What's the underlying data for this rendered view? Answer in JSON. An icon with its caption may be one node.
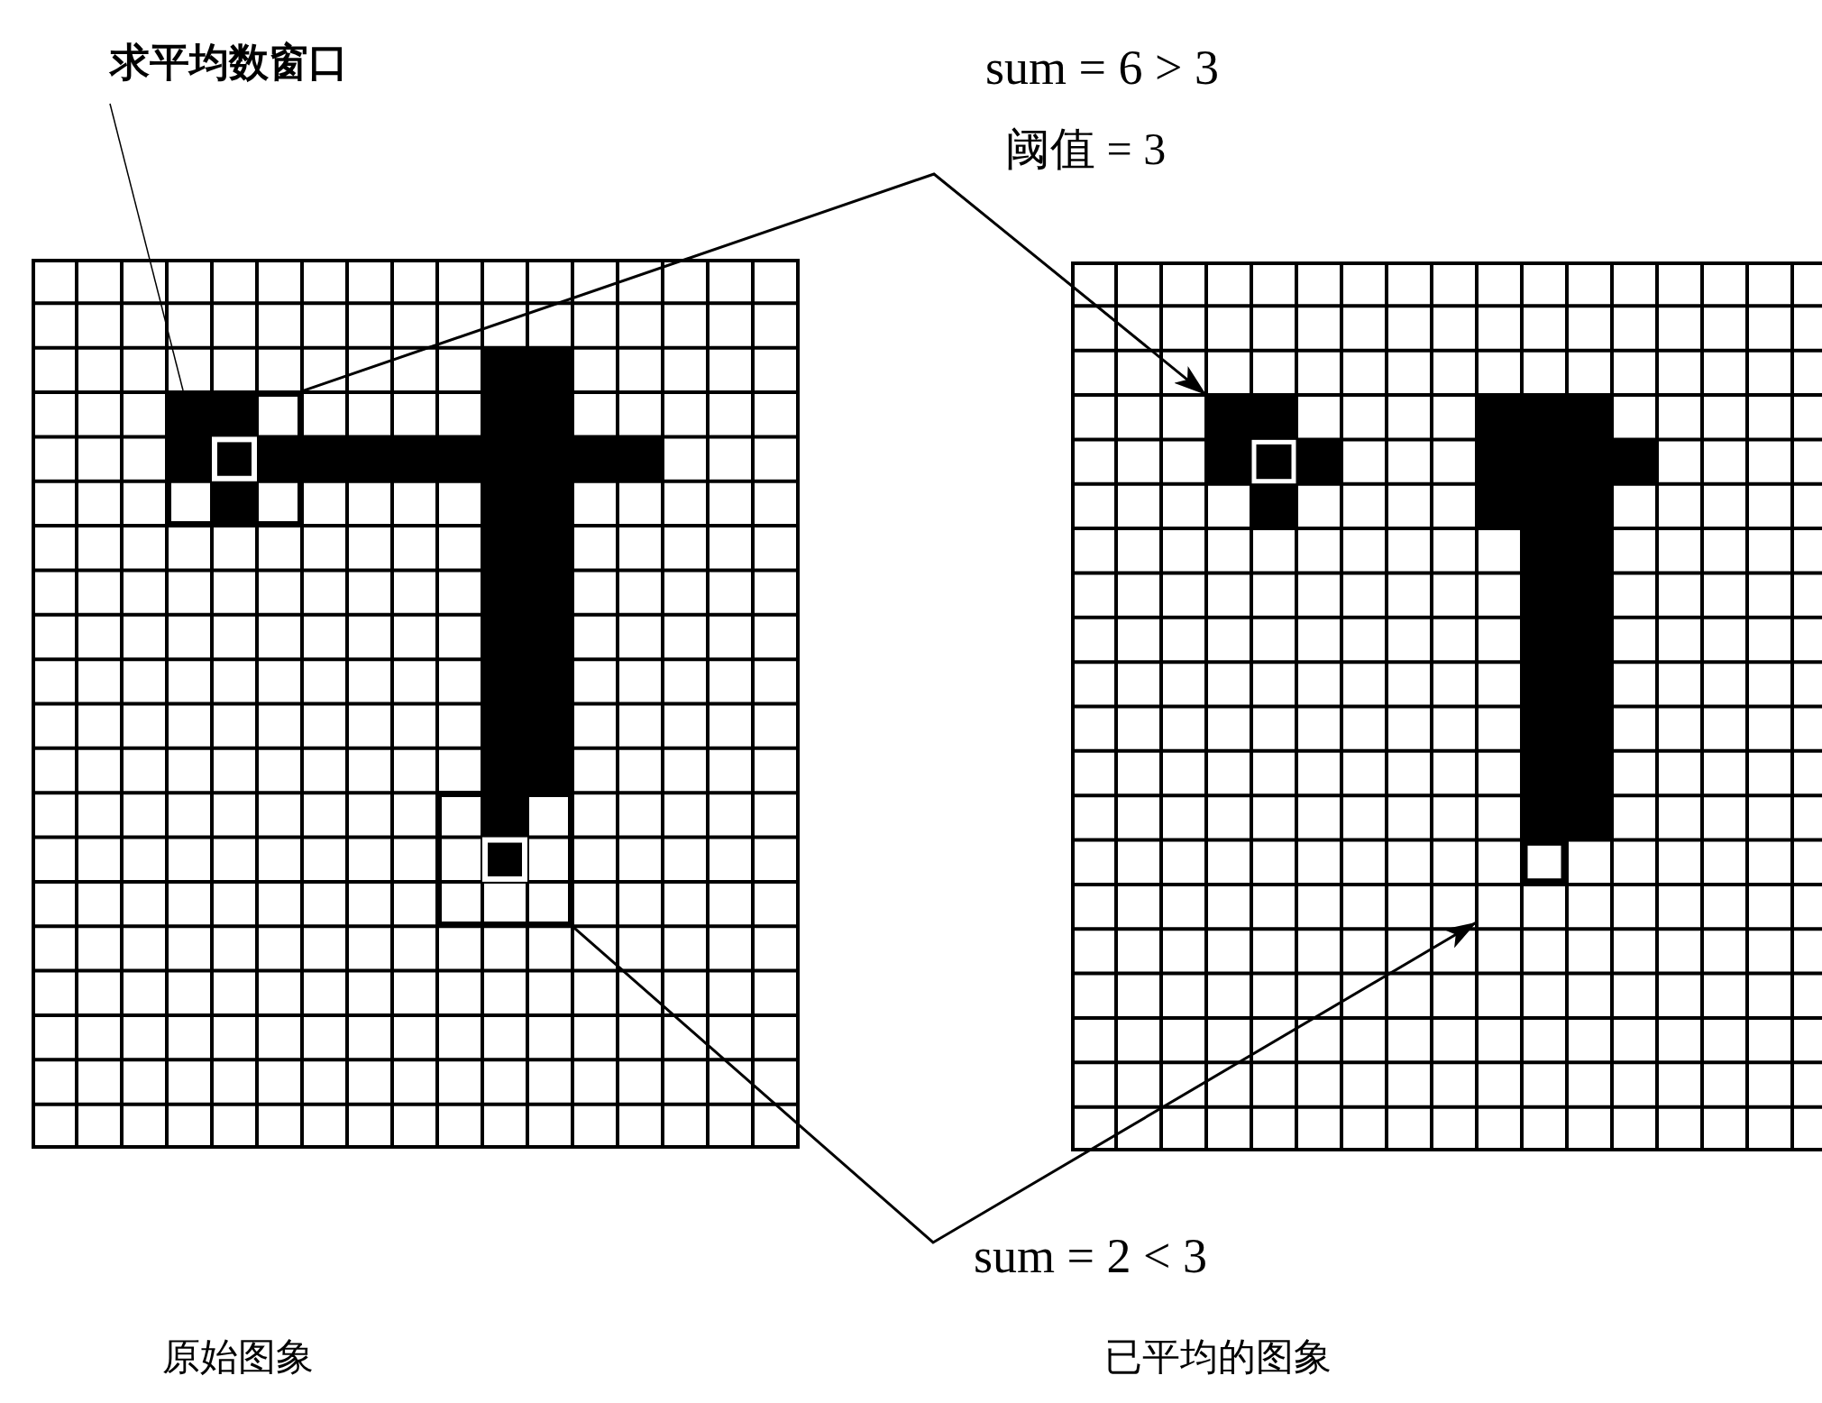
{
  "diagram": {
    "nodes": [
      {
        "text": [
          "求平均数窗口"
        ]
      },
      {
        "text": [
          "原始图象"
        ]
      },
      {
        "text": [],
        "shape": "box",
        "in": 1
      },
      {
        "text": [],
        "shape": "box",
        "in": 1
      },
      {
        "text": [
          "已平均的图象"
        ]
      },
      {
        "text": [],
        "shape": "box",
        "in": 4
      },
      {
        "text": [],
        "shape": "box",
        "in": 4
      }
    ],
    "edges": [
      {
        "from": 0,
        "to": 2,
        "arrow": "none"
      },
      {
        "from": 2,
        "to": 5,
        "arrow": "to"
      },
      {
        "from": 3,
        "to": 6,
        "arrow": "to"
      }
    ],
    "labels": [
      "sum = 6 > 3",
      "阈值 = 3",
      "sum = 2 < 3"
    ]
  }
}
